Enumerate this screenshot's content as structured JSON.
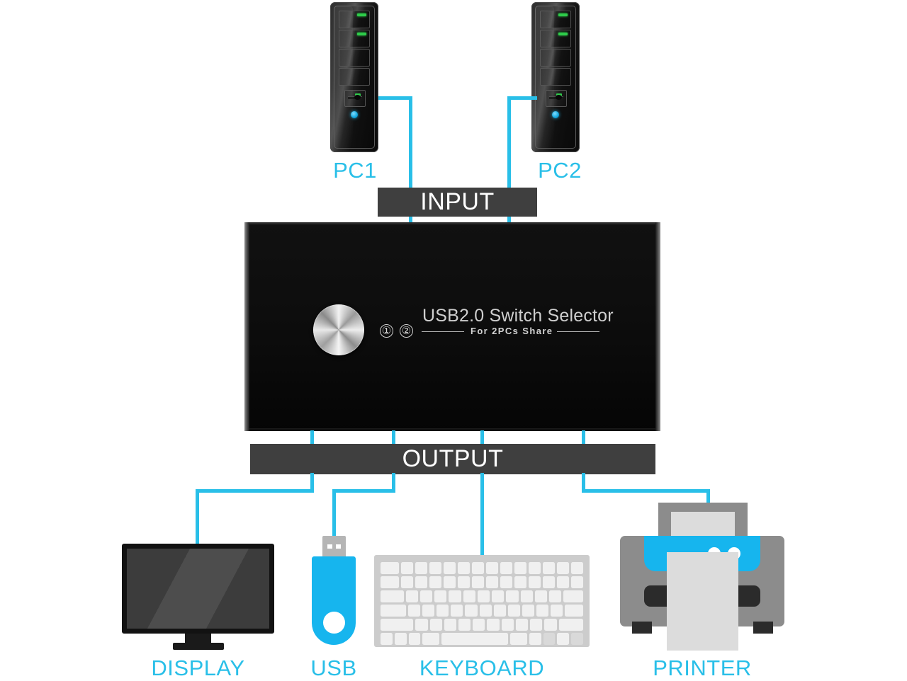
{
  "diagram": {
    "title": "USB 2.0 Switch Selector connection diagram",
    "accent_color": "#29bfe8",
    "bar_color": "#3f3f3f",
    "device_color": "#8c8c8c"
  },
  "sources": [
    {
      "label": "PC1",
      "icon": "desktop-tower-icon"
    },
    {
      "label": "PC2",
      "icon": "desktop-tower-icon"
    }
  ],
  "bars": {
    "input_label": "INPUT",
    "output_label": "OUTPUT"
  },
  "switch_box": {
    "title": "USB2.0 Switch Selector",
    "subtitle": "For 2PCs Share",
    "knob_icon": "rotary-knob-icon",
    "channels": [
      {
        "label": "①"
      },
      {
        "label": "②"
      }
    ]
  },
  "peripherals": [
    {
      "label": "DISPLAY",
      "icon": "monitor-icon"
    },
    {
      "label": "USB",
      "icon": "usb-flash-drive-icon"
    },
    {
      "label": "KEYBOARD",
      "icon": "keyboard-icon"
    },
    {
      "label": "PRINTER",
      "icon": "printer-icon"
    }
  ]
}
